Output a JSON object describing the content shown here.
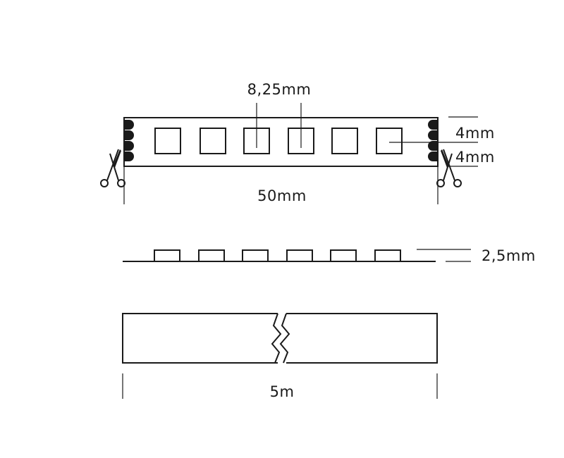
{
  "labels": {
    "led_pitch": "8,25mm",
    "pad_spacing_top": "4mm",
    "pad_spacing_bottom": "4mm",
    "segment_length": "50mm",
    "thickness": "2,5mm",
    "total_length": "5m"
  },
  "icons": [
    "scissors-icon",
    "solder-pad-icon",
    "led-chip-icon",
    "break-mark-icon"
  ],
  "colors": {
    "line": "#1a1a1a",
    "background": "#ffffff"
  },
  "led_count": 6
}
